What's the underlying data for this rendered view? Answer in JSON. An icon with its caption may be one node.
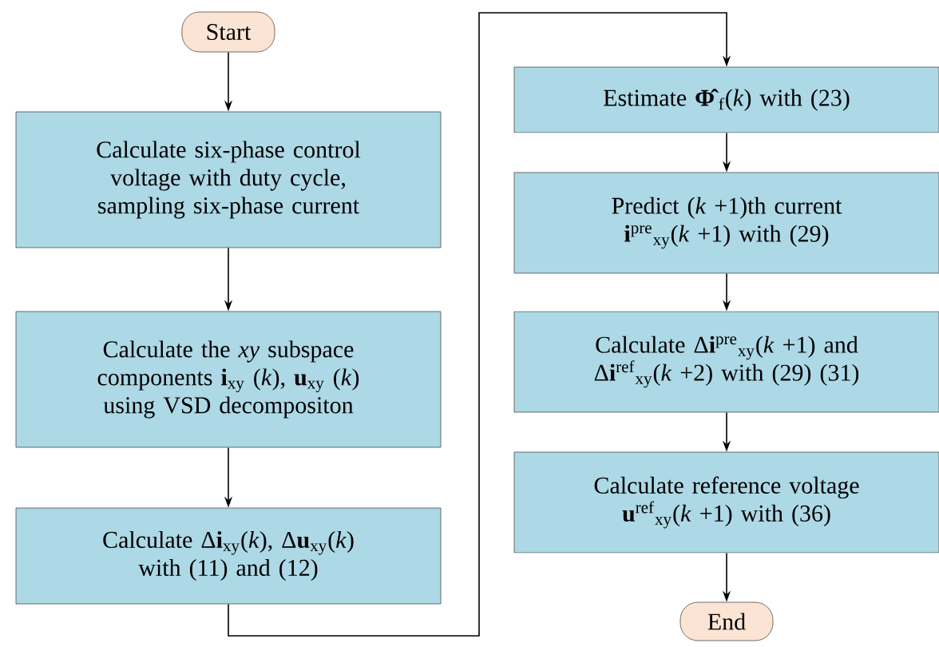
{
  "diagram": {
    "nodes": [
      {
        "text": [
          "Start"
        ]
      },
      {
        "text": [
          "Calculate six-phase control voltage with duty cycle, sampling six-phase current"
        ]
      },
      {
        "text": [
          "Calculate the *xy* subspace components **i**$_{xy}$ (*k*), **u**$_{xy}$ (*k*) using VSD decompositon"
        ]
      },
      {
        "text": [
          "Calculate Δ**i**$_{xy}$(*k*), Δ**u**$_{xy}$(*k*) with (11) and (12)"
        ]
      },
      {
        "text": [
          "Estimate **Φ̂**$_{f}$(*k*) with (23)"
        ]
      },
      {
        "text": [
          "Predict (*k* +1)th current **i**$^{pre}$$_{xy}$(*k* +1) with (29)"
        ]
      },
      {
        "text": [
          "Calculate Δ**i**$^{pre}$$_{xy}$(*k* +1) and Δ**i**$^{ref}$$_{xy}$(*k* +2) with (29) (31)"
        ]
      },
      {
        "text": [
          "Calculate reference voltage **u**$^{ref}$$_{xy}$(*k* +1) with (36)"
        ]
      },
      {
        "text": [
          "End"
        ]
      }
    ],
    "edges": [
      {
        "from": 0,
        "to": 1,
        "arrow": "to"
      },
      {
        "from": 1,
        "to": 2,
        "arrow": "to"
      },
      {
        "from": 2,
        "to": 3,
        "arrow": "to"
      },
      {
        "from": 3,
        "to": 4,
        "arrow": "to"
      },
      {
        "from": 4,
        "to": 5,
        "arrow": "to"
      },
      {
        "from": 5,
        "to": 6,
        "arrow": "to"
      },
      {
        "from": 6,
        "to": 7,
        "arrow": "to"
      },
      {
        "from": 7,
        "to": 8,
        "arrow": "to"
      }
    ]
  }
}
